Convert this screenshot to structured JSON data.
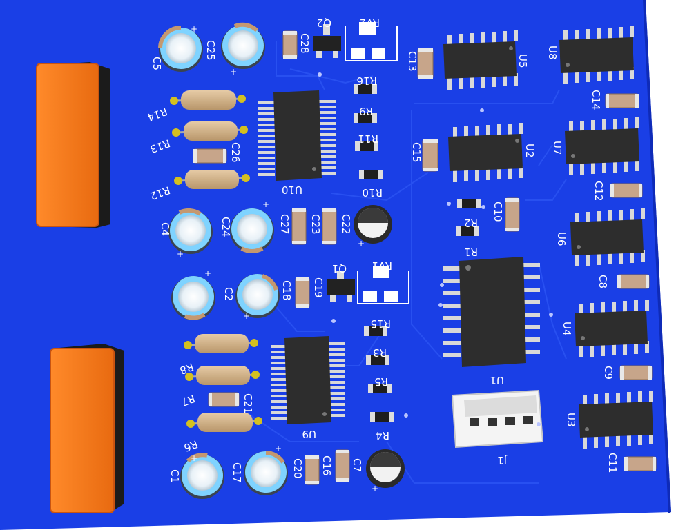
{
  "colors": {
    "board": "#1a3fe6",
    "board_dark": "#0f2bb8",
    "background": "#ffffff",
    "silkscreen": "#ffffff",
    "ic_body": "#2d2d2d",
    "pins": "#d8d8d8",
    "relay": "#f07a1c",
    "cap_sleeve": "#7fd3ff",
    "resistor": "#d3b48c"
  },
  "view": "3d-pcb-render",
  "relays": [
    "relay-upper",
    "relay-lower"
  ],
  "labels": {
    "C1": "C1",
    "C2": "C2",
    "C4": "C4",
    "C5": "C5",
    "C7": "C7",
    "C8": "C8",
    "C9": "C9",
    "C10": "C10",
    "C11": "C11",
    "C12": "C12",
    "C13": "C13",
    "C14": "C14",
    "C15": "C15",
    "C16": "C16",
    "C17": "C17",
    "C18": "C18",
    "C19": "C19",
    "C20": "C20",
    "C21": "C21",
    "C22": "C22",
    "C23": "C23",
    "C24": "C24",
    "C25": "C25",
    "C26": "C26",
    "C27": "C27",
    "C28": "C28",
    "R1": "R1",
    "R2": "R2",
    "R3": "R3",
    "R4": "R4",
    "R5": "R5",
    "R6": "R6",
    "R7": "R7",
    "R8": "R8",
    "R9": "R9",
    "R10": "R10",
    "R11": "R11",
    "R12": "R12",
    "R13": "R13",
    "R14": "R14",
    "R15": "R15",
    "R16": "R16",
    "U1": "U1",
    "U2": "U2",
    "U3": "U3",
    "U4": "U4",
    "U5": "U5",
    "U6": "U6",
    "U7": "U7",
    "U8": "U8",
    "U9": "U9",
    "U10": "U10",
    "Q1": "Q1",
    "Q2": "Q2",
    "RV1": "RV1",
    "RV2": "RV2",
    "J1": "J1"
  }
}
